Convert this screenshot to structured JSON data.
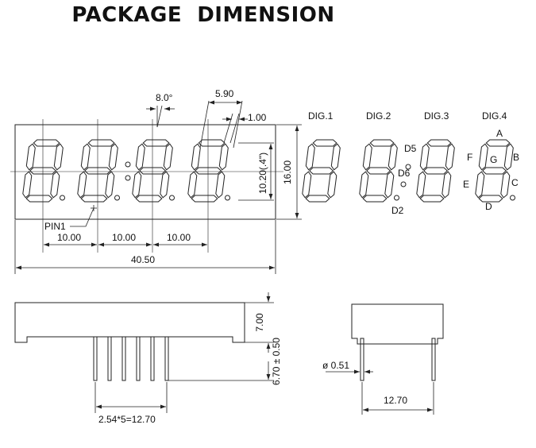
{
  "title": "PACKAGE  DIMENSION",
  "dimensions": {
    "angle": "8.0°",
    "segment_width": "5.90",
    "stroke_width": "1.00",
    "digit_height": "10.20(.4\")",
    "height": "16.00",
    "pitch_1": "10.00",
    "pitch_2": "10.00",
    "pitch_3": "10.00",
    "length": "40.50",
    "body_depth": "7.00",
    "pin_length": "6.70 ± 0.50",
    "pin_diameter": "ø 0.51",
    "row_spacing": "12.70",
    "pin_pitch": "2.54*5=12.70"
  },
  "labels": {
    "pin1": "PIN1",
    "dig1": "DIG.1",
    "dig2": "DIG.2",
    "dig3": "DIG.3",
    "dig4": "DIG.4",
    "seg_a": "A",
    "seg_b": "B",
    "seg_c": "C",
    "seg_d": "D",
    "seg_e": "E",
    "seg_f": "F",
    "seg_g": "G",
    "d5": "D5",
    "d6": "D6",
    "d2": "D2"
  },
  "colors": {
    "line": "#222222",
    "text": "#111111"
  }
}
